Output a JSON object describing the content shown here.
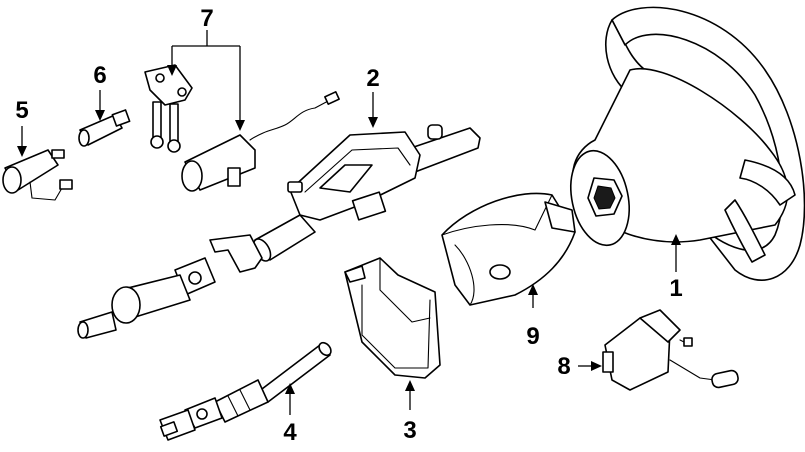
{
  "callouts": [
    {
      "id": "1",
      "label": "1"
    },
    {
      "id": "2",
      "label": "2"
    },
    {
      "id": "3",
      "label": "3"
    },
    {
      "id": "4",
      "label": "4"
    },
    {
      "id": "5",
      "label": "5"
    },
    {
      "id": "6",
      "label": "6"
    },
    {
      "id": "7",
      "label": "7"
    },
    {
      "id": "8",
      "label": "8"
    },
    {
      "id": "9",
      "label": "9"
    }
  ],
  "colors": {
    "ink": "#000000",
    "background": "#ffffff"
  }
}
